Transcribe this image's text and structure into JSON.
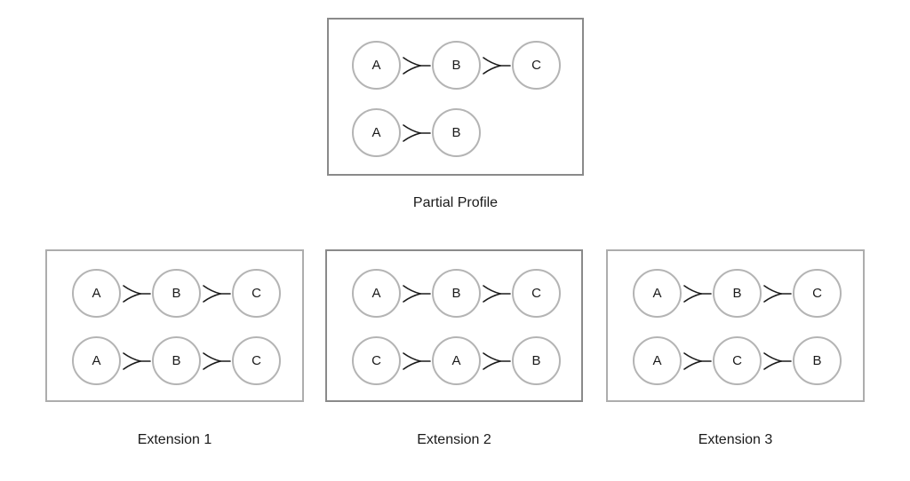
{
  "figure": {
    "relation_symbol": "≻",
    "partial": {
      "caption": "Partial Profile",
      "border": "dark",
      "rows": [
        [
          "A",
          "B",
          "C"
        ],
        [
          "A",
          "B"
        ]
      ]
    },
    "extensions": [
      {
        "caption": "Extension 1",
        "border": "light",
        "rows": [
          [
            "A",
            "B",
            "C"
          ],
          [
            "A",
            "B",
            "C"
          ]
        ]
      },
      {
        "caption": "Extension 2",
        "border": "dark",
        "rows": [
          [
            "A",
            "B",
            "C"
          ],
          [
            "C",
            "A",
            "B"
          ]
        ]
      },
      {
        "caption": "Extension 3",
        "border": "light",
        "rows": [
          [
            "A",
            "B",
            "C"
          ],
          [
            "A",
            "C",
            "B"
          ]
        ]
      }
    ],
    "colors": {
      "box_border_dark": "#8a8a8a",
      "box_border_light": "#adadad",
      "circle_border": "#b4b4b4",
      "text": "#1a1a1a"
    }
  }
}
